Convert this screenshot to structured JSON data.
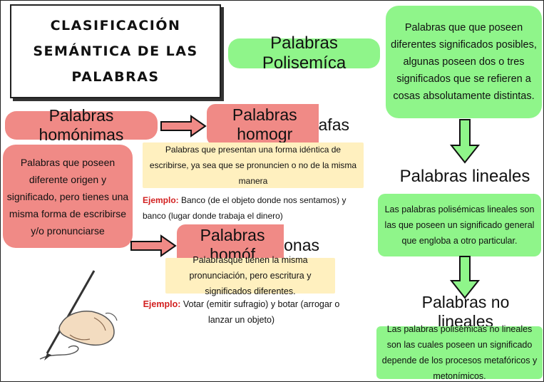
{
  "title": {
    "line1": "CLASIFICACIÓN",
    "line2": "SEMÁNTICA DE LAS",
    "line3": "PALABRAS"
  },
  "polisemicas": {
    "heading": "Palabras Polisemíca",
    "description": "Palabras que que poseen diferentes significados posibles, algunas poseen dos o tres significados que se refieren a cosas absolutamente distintas."
  },
  "lineales": {
    "heading": "Palabras lineales",
    "description": "Las palabras polisémicas lineales son las que poseen un significado general que engloba a otro particular."
  },
  "no_lineales": {
    "heading": "Palabras no lineales",
    "description": "Las palabras polisémicas no lineales son las cuales poseen un significado depende de los procesos metafóricos y metonímicos."
  },
  "homonimas": {
    "heading": "Palabras homónimas",
    "description": "Palabras que  poseen diferente origen y significado, pero tienes una misma forma de escribirse y/o pronunciarse"
  },
  "homografas": {
    "heading_highlight": "Palabras homogr",
    "heading_rest": "afas",
    "description": "Palabras que presentan una forma idéntica de escribirse, ya sea que se pronuncien o no de la misma manera",
    "example_label": "Ejemplo:",
    "example_text": " Banco (de el objeto donde nos sentamos) y banco (lugar donde trabaja el dinero)"
  },
  "homofonas": {
    "heading_highlight": "Palabras homóf",
    "heading_rest": "onas",
    "description": "Palabrasque tienen la misma pronunciación, pero escritura y significados diferentes.",
    "example_label": "Ejemplo:",
    "example_text": " Votar (emitir sufragio) y botar (arrogar o lanzar un objeto)"
  },
  "colors": {
    "green": "#8ff58a",
    "red": "#f08a86",
    "yellow": "#fff0bf",
    "example_red": "#d21f1f"
  },
  "decorations": {
    "illustration": "hand-writing-with-pen-icon"
  }
}
